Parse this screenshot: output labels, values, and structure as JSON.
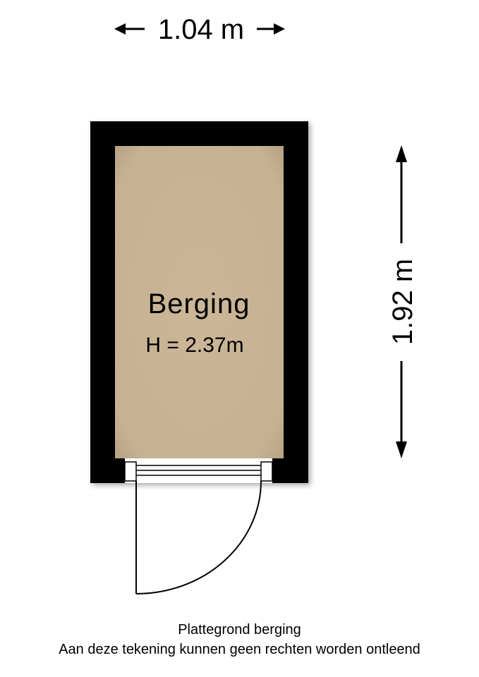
{
  "dimensions": {
    "width": "1.04 m",
    "depth": "1.92 m"
  },
  "room": {
    "name": "Berging",
    "height": "H = 2.37m"
  },
  "footer": {
    "title": "Plattegrond berging",
    "disclaimer": "Aan deze tekening kunnen geen rechten worden ontleend"
  },
  "colors": {
    "wall": "#000000",
    "floor": "#c8b394",
    "background": "#ffffff"
  }
}
